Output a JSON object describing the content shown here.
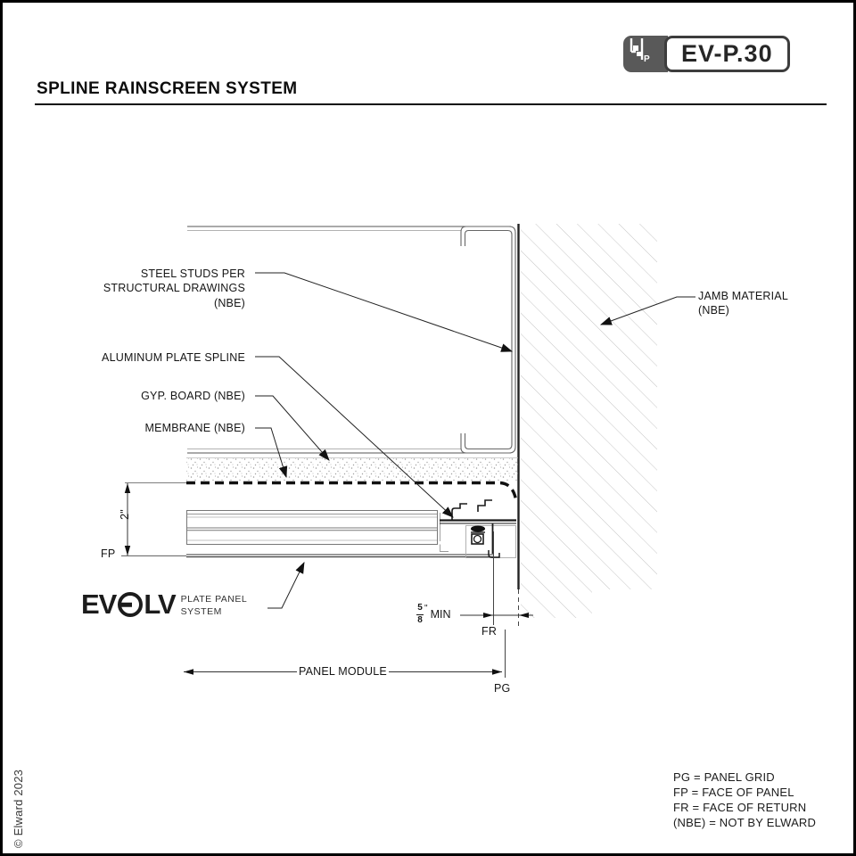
{
  "header": {
    "title": "SPLINE RAINSCREEN SYSTEM",
    "badge": {
      "code": "EV-P.30",
      "icon": "plate-panel-icon",
      "p_letter": "P"
    }
  },
  "labels": {
    "steel_studs": "STEEL STUDS PER\nSTRUCTURAL DRAWINGS\n(NBE)",
    "jamb_material": "JAMB MATERIAL\n(NBE)",
    "aluminum_spline": "ALUMINUM PLATE SPLINE",
    "gyp_board": "GYP. BOARD (NBE)",
    "membrane": "MEMBRANE (NBE)"
  },
  "logo": {
    "ev": "EV",
    "lv": "LV",
    "tagline_line1": "PLATE PANEL",
    "tagline_line2": "SYSTEM"
  },
  "dimensions": {
    "panel_depth": "2\"",
    "min_gap_num": "5",
    "min_gap_den": "8",
    "min_gap_unit": "\"",
    "min_gap_suffix": "MIN",
    "panel_module": "PANEL MODULE",
    "fp": "FP",
    "fr": "FR",
    "pg": "PG"
  },
  "legend": {
    "items": [
      "PG = PANEL GRID",
      "FP = FACE OF PANEL",
      "FR = FACE OF RETURN",
      "(NBE) = NOT BY ELWARD"
    ]
  },
  "footer": {
    "copyright": "© Elward 2023"
  },
  "colors": {
    "line_dark": "#111111",
    "line_mid": "#666666",
    "hatch": "#c6c6c6",
    "badge_gray": "#595959"
  }
}
